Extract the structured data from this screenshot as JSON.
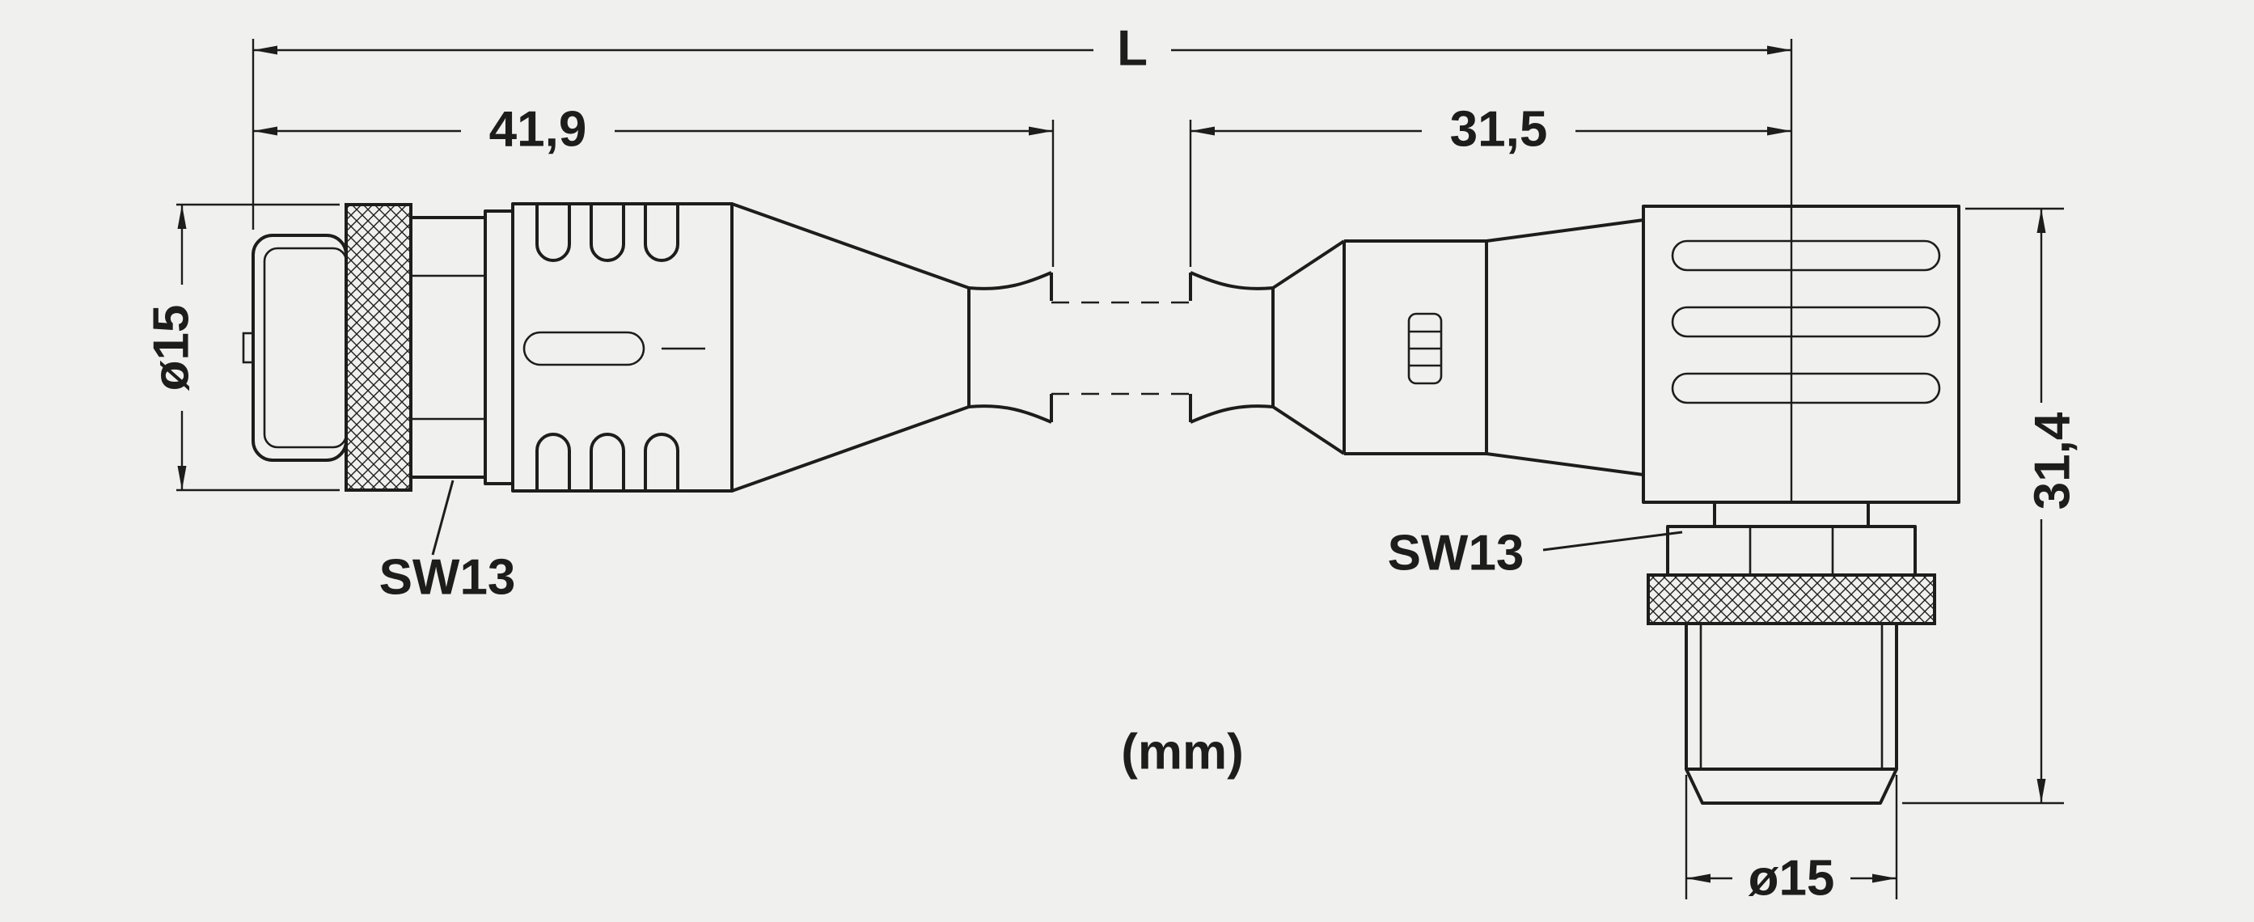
{
  "drawing": {
    "unit_note": "(mm)",
    "dimensions": {
      "overall_length": "L",
      "left_connector_length": "41,9",
      "right_connector_length": "31,5",
      "left_connector_diameter": "ø15",
      "right_connector_height": "31,4",
      "right_connector_diameter": "ø15"
    },
    "labels": {
      "left_wrench_size": "SW13",
      "right_wrench_size": "SW13"
    },
    "colors": {
      "background": "#f0f0ee",
      "line": "#1d1d1b"
    }
  }
}
